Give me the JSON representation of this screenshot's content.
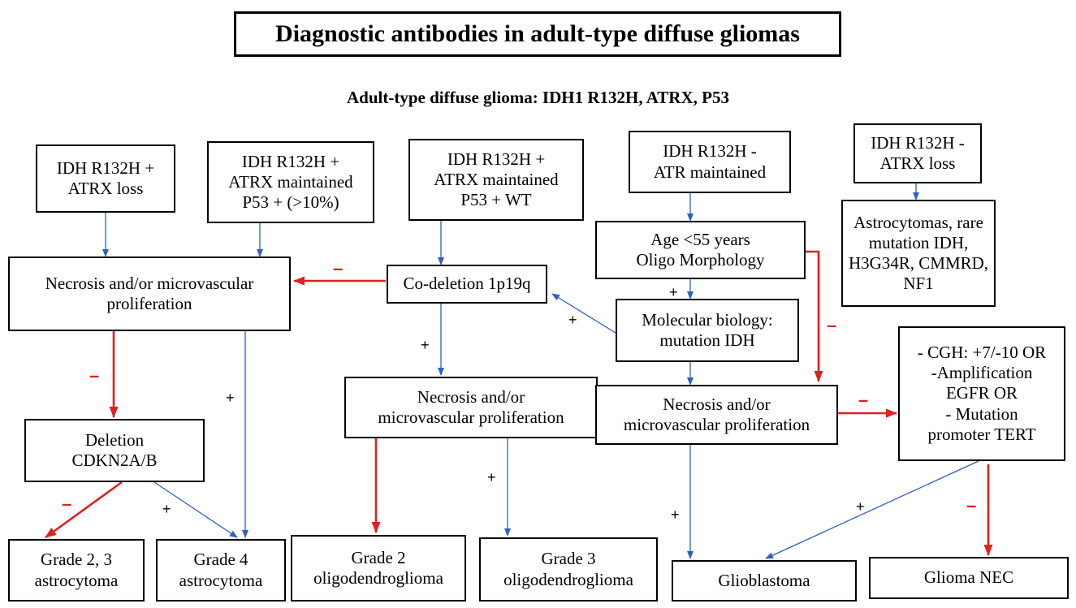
{
  "title": "Diagnostic antibodies in adult-type diffuse gliomas",
  "subtitle": "Adult-type diffuse glioma: IDH1 R132H, ATRX, P53",
  "boxes": {
    "idh_atrx_loss": [
      "IDH R132H +",
      "ATRX loss"
    ],
    "idh_atrx_maint_p53": [
      "IDH R132H +",
      "ATRX maintained",
      "P53 + (>10%)"
    ],
    "idh_atrx_maint_wt": [
      "IDH R132H +",
      "ATRX maintained",
      "P53 + WT"
    ],
    "idh_neg_atr_maint": [
      "IDH R132H -",
      "ATR maintained"
    ],
    "idh_neg_atrx_loss": [
      "IDH R132H -",
      "ATRX loss"
    ],
    "astro_rare": [
      "Astrocytomas, rare",
      "mutation IDH,",
      "H3G34R, CMMRD,",
      "NF1"
    ],
    "necrosis_left": [
      "Necrosis and/or microvascular",
      "proliferation"
    ],
    "codeletion": [
      "Co-deletion 1p19q"
    ],
    "age_oligo": [
      "Age <55 years",
      "Oligo Morphology"
    ],
    "molecular": [
      "Molecular biology:",
      "mutation IDH"
    ],
    "cgh": [
      "- CGH: +7/-10 OR",
      "-Amplification",
      "EGFR OR",
      "- Mutation",
      "promoter TERT"
    ],
    "deletion": [
      "Deletion",
      "CDKN2A/B"
    ],
    "necrosis_mid": [
      "Necrosis and/or",
      "microvascular proliferation"
    ],
    "necrosis_right": [
      "Necrosis and/or",
      "microvascular proliferation"
    ],
    "grade23": [
      "Grade 2, 3",
      "astrocytoma"
    ],
    "grade4": [
      "Grade 4",
      "astrocytoma"
    ],
    "grade2_oligo": [
      "Grade 2",
      "oligodendroglioma"
    ],
    "grade3_oligo": [
      "Grade 3",
      "oligodendroglioma"
    ],
    "glioblastoma": [
      "Glioblastoma"
    ],
    "glioma_nec": [
      "Glioma NEC"
    ]
  },
  "signs": {
    "plus": "+",
    "minus": "–"
  },
  "colors": {
    "positive_arrow": "#2f5fc4",
    "negative_arrow": "#e02020"
  }
}
